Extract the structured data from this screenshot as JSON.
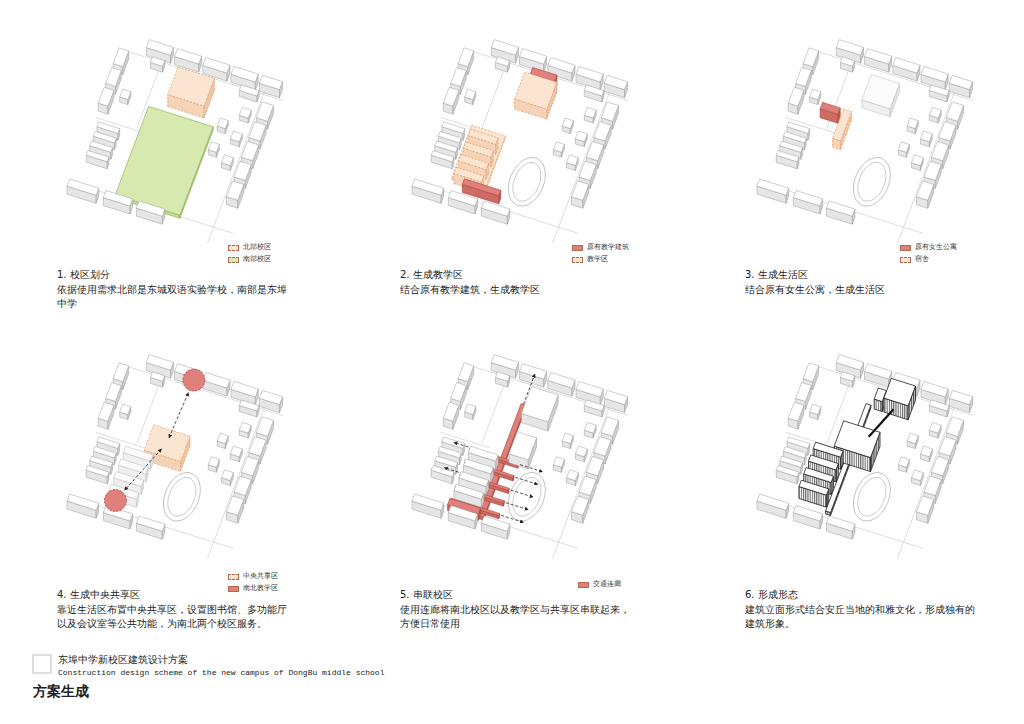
{
  "diagram": {
    "title": "方案生成",
    "labels": [
      "东埠中学新校区建筑设计方案",
      "Construction design scheme of the new campus of DongBu middle school",
      "1. 校区划分",
      "依据使用需求北部是东城双语实验学校，南部是东埠中学",
      "2. 生成教学区",
      "结合原有教学建筑，生成教学区",
      "3. 生成生活区",
      "结合原有女生公寓，生成生活区",
      "4. 生成中央共享区",
      "靠近生活区布置中央共享区，设置图书馆、多功能厅以及会议室等公共功能，为南北两个校区服务。",
      "5. 串联校区",
      "使用连廊将南北校区以及教学区与共享区串联起来，方便日常使用",
      "6. 形成形态",
      "建筑立面形式结合安丘当地的和雅文化，形成独有的建筑形象。"
    ],
    "legend": [
      {
        "text": "北部校区",
        "color": "#fbe4d0"
      },
      {
        "text": "南部校区",
        "color": "#d8e9b0"
      },
      {
        "text": "原有教学建筑",
        "color": "#e0807a"
      },
      {
        "text": "教学区",
        "color": "#fbe4d0"
      },
      {
        "text": "原有女生公寓",
        "color": "#e0807a"
      },
      {
        "text": "宿舍",
        "color": "#fbe4d0"
      },
      {
        "text": "中央共享区",
        "color": "#fbe4d0"
      },
      {
        "text": "南北教学区",
        "color": "#e0807a"
      },
      {
        "text": "交通连廊",
        "color": "#e0807a"
      }
    ]
  }
}
